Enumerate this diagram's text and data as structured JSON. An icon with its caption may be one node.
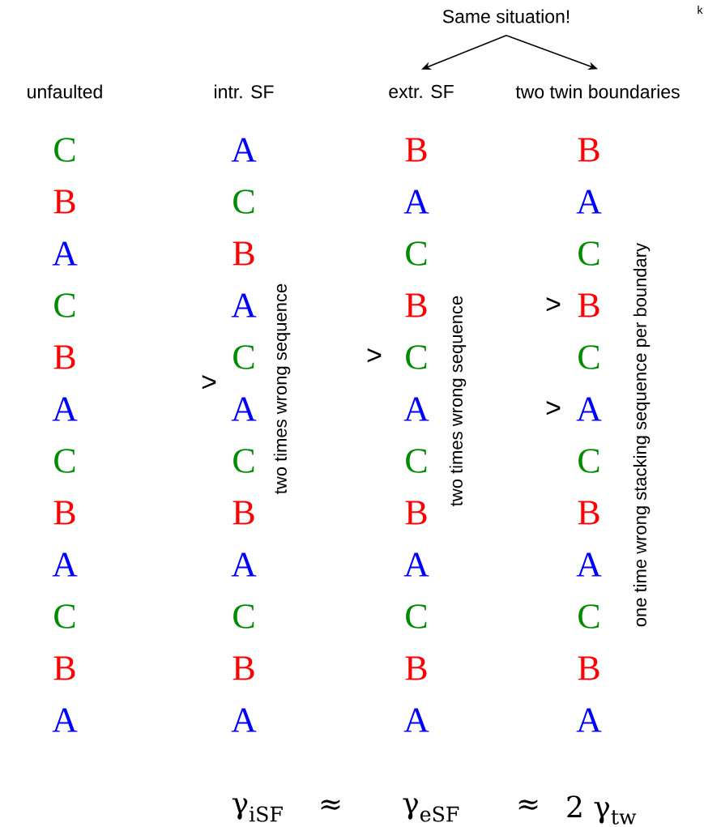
{
  "diagram": {
    "nodes": [
      {
        "text": [
          "Same situation!"
        ]
      },
      {
        "text": [
          "extr. SF"
        ]
      },
      {
        "text": [
          "two twin boundaries"
        ]
      }
    ],
    "edges": [
      {
        "from": 0,
        "to": 1,
        "arrow": "to"
      },
      {
        "from": 0,
        "to": 2,
        "arrow": "to"
      }
    ],
    "labels": [
      "k",
      "unfaulted",
      "intr. SF",
      "C",
      "B",
      "A",
      "C",
      "B",
      "A",
      "C",
      "B",
      "A",
      "C",
      "B",
      "A",
      "A",
      "C",
      "B",
      "A",
      "C",
      "A",
      "C",
      "B",
      "A",
      "C",
      "B",
      "A",
      ">",
      "two times wrong sequence",
      "B",
      "A",
      "C",
      "B",
      "C",
      "A",
      "C",
      "B",
      "A",
      "C",
      "B",
      "A",
      ">",
      "two times wrong sequence",
      "B",
      "A",
      "C",
      "B",
      "C",
      "A",
      "C",
      "B",
      "A",
      "C",
      "B",
      "A",
      ">",
      ">",
      "one time wrong stacking sequence per boundary",
      "γ$_{iSF}$",
      "≈",
      "γ$_{eSF}$",
      "≈",
      "2 γ$_{tw}$"
    ]
  }
}
